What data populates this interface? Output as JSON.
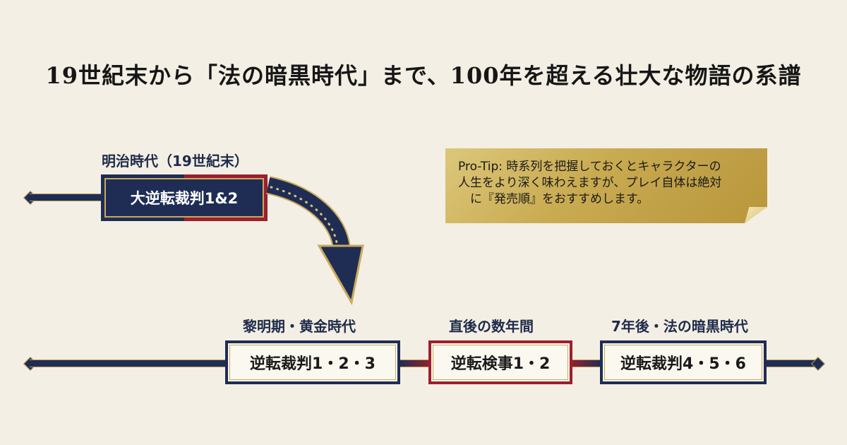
{
  "title": "19世紀末から「法の暗黒時代」まで、100年を超える壮大な物語の系譜",
  "top_era": {
    "label": "明治時代（19世紀末）",
    "game": "大逆転裁判1&2"
  },
  "timeline": [
    {
      "era": "黎明期・黄金時代",
      "game": "逆転裁判1・2・3",
      "style": "blue"
    },
    {
      "era": "直後の数年間",
      "game": "逆転検事1・2",
      "style": "red"
    },
    {
      "era": "7年後・法の暗黒時代",
      "game": "逆転裁判4・5・6",
      "style": "blue"
    }
  ],
  "note": {
    "text": "Pro-Tip: 時系列を把握しておくとキャラクターの\n人生をより深く味わえますが、プレイ自体は絶対\n　に『発売順』をおすすめします。"
  },
  "colors": {
    "navy": "#1f2d55",
    "crimson": "#9c1f2e",
    "gold": "#c8aa5a",
    "background": "#f3efe4"
  }
}
